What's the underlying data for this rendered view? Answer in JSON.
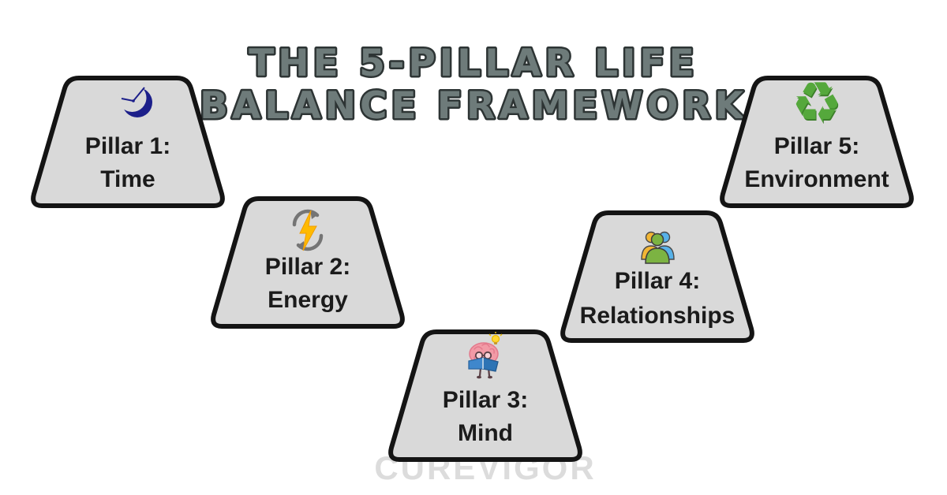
{
  "title": {
    "line1": "THE 5-PILLAR LIFE",
    "line2": "BALANCE FRAMEWORK"
  },
  "watermark": "CUREVIGOR",
  "pillars": [
    {
      "label": "Pillar 1:",
      "name": "Time",
      "icon": "clock-icon"
    },
    {
      "label": "Pillar 2:",
      "name": "Energy",
      "icon": "energy-cycle-icon"
    },
    {
      "label": "Pillar 3:",
      "name": "Mind",
      "icon": "brain-reading-icon"
    },
    {
      "label": "Pillar 4:",
      "name": "Relationships",
      "icon": "people-group-icon"
    },
    {
      "label": "Pillar 5:",
      "name": "Environment",
      "icon": "recycle-icon"
    }
  ],
  "icons": {
    "recycle_glyph": "♻"
  },
  "colors": {
    "background": "#ffffff",
    "trapezoid_fill": "#d9d9d9",
    "trapezoid_border": "#141414",
    "title_fill": "#6e7b7a",
    "title_outline": "#2d3434",
    "pillar_text": "#1b1b1b",
    "watermark": "#dcdcdc",
    "clock_navy": "#1c1f8a",
    "bolt_yellow": "#ffba00",
    "arrow_gray": "#757575",
    "recycle_green": "#55a83c",
    "person_yellow": "#f2b635",
    "person_blue": "#57b1e8",
    "person_green": "#7cb342",
    "brain_pink": "#f29aa6",
    "book_blue": "#3f87cc"
  }
}
